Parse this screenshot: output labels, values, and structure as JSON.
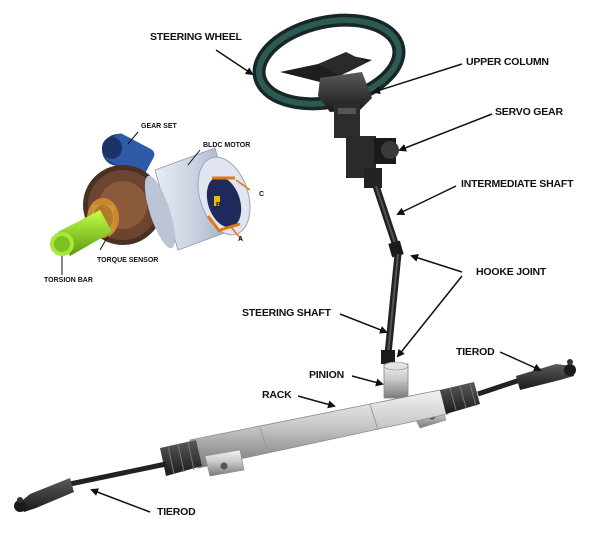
{
  "labels": {
    "steering_wheel": "STEERING WHEEL",
    "upper_column": "UPPER COLUMN",
    "servo_gear": "SERVO GEAR",
    "intermediate_shaft": "INTERMEDIATE SHAFT",
    "hooke_joint": "HOOKE JOINT",
    "steering_shaft": "STEERING SHAFT",
    "pinion": "PINION",
    "rack": "RACK",
    "tierod_right": "TIEROD",
    "tierod_left": "TIEROD"
  },
  "inset": {
    "gear_set": "GEAR SET",
    "bldc_motor": "BLDC MOTOR",
    "torque_sensor": "TORQUE SENSOR",
    "torsion_bar": "TORSION BAR",
    "phase_a": "A",
    "phase_b": "B",
    "phase_c": "C"
  }
}
